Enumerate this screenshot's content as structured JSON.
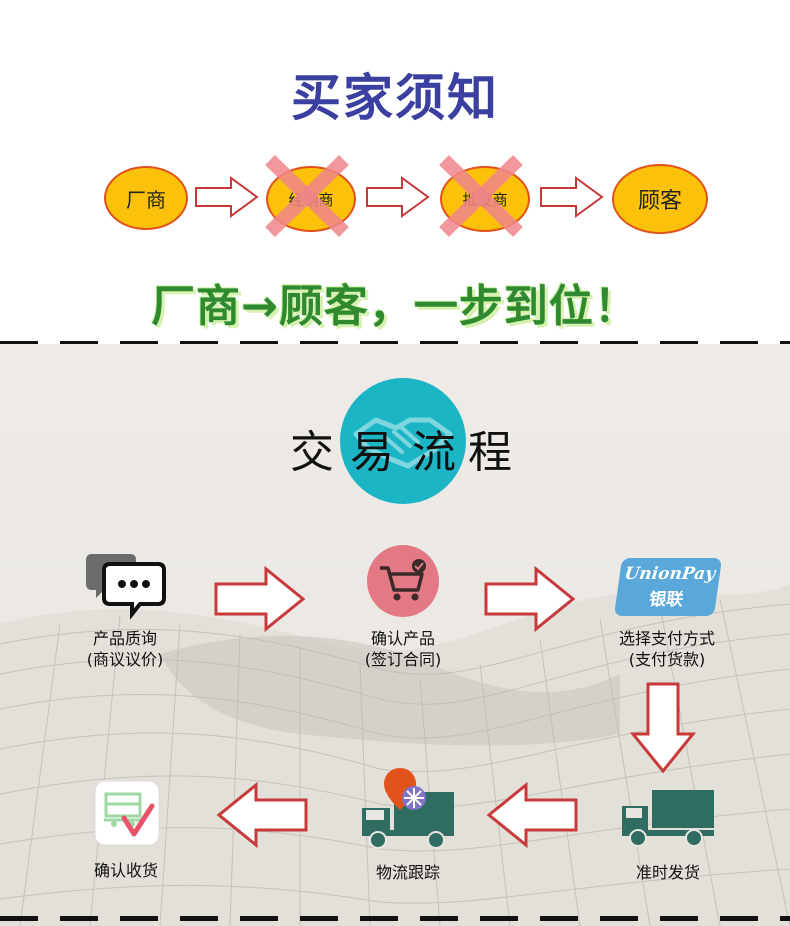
{
  "header": {
    "title": "买家须知",
    "title_color": "#3a3fa0"
  },
  "chain": {
    "nodes": [
      {
        "label": "厂商",
        "crossed": false
      },
      {
        "label": "经销商",
        "crossed": true
      },
      {
        "label": "批发商",
        "crossed": true
      },
      {
        "label": "顾客",
        "crossed": false
      }
    ],
    "oval_fill": "#fbc10b",
    "oval_border": "#e2531c",
    "cross_color": "#f0868a"
  },
  "slogan": "厂商→顾客，一步到位！",
  "flow": {
    "title_chars": [
      "交",
      "易",
      "流",
      "程"
    ],
    "circle_color": "#1cb5c6",
    "steps": [
      {
        "line1": "产品质询",
        "line2": "(商议议价)",
        "icon": "chat-bubbles-icon"
      },
      {
        "line1": "确认产品",
        "line2": "(签订合同)",
        "icon": "shopping-cart-icon"
      },
      {
        "line1": "选择支付方式",
        "line2": "(支付货款)",
        "icon": "unionpay-logo-icon"
      },
      {
        "line1": "准时发货",
        "line2": "",
        "icon": "delivery-truck-icon"
      },
      {
        "line1": "物流跟踪",
        "line2": "",
        "icon": "tracking-truck-icon"
      },
      {
        "line1": "确认收货",
        "line2": "",
        "icon": "receipt-check-icon"
      }
    ],
    "unionpay": {
      "brand": "UnionPay",
      "brand_cn": "银联"
    },
    "arrow_color": "#c8393a"
  }
}
